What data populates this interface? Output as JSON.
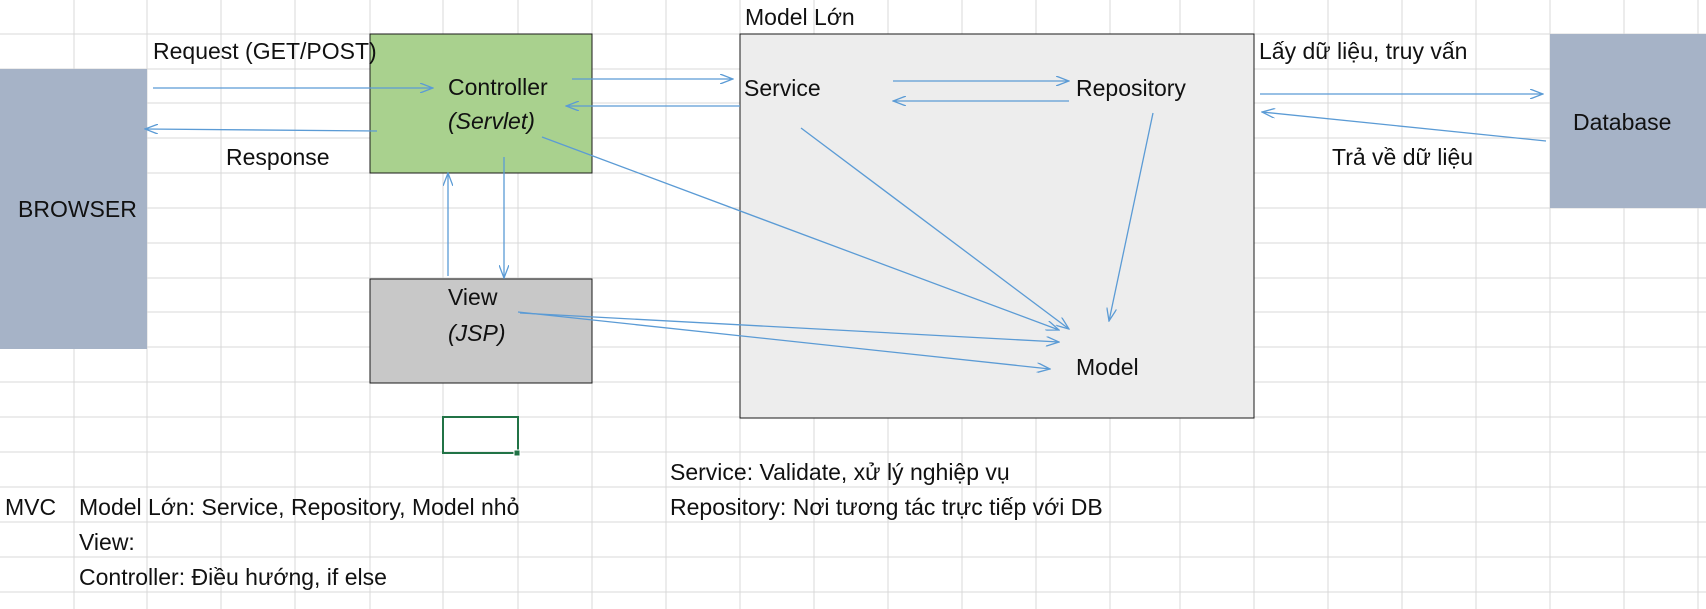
{
  "diagram": {
    "model_container": {
      "title": "Model Lớn"
    },
    "nodes": {
      "browser": {
        "label": "BROWSER"
      },
      "controller": {
        "label": "Controller",
        "sublabel": "(Servlet)"
      },
      "view": {
        "label": "View",
        "sublabel": "(JSP)"
      },
      "service": {
        "label": "Service"
      },
      "repository": {
        "label": "Repository"
      },
      "model": {
        "label": "Model"
      },
      "database": {
        "label": "Database"
      }
    },
    "edge_labels": {
      "request": "Request (GET/POST)",
      "response": "Response",
      "query": "Lấy dữ liệu, truy vấn",
      "return_data": "Trả về dữ liệu"
    },
    "colors": {
      "browser_fill": "#a6b3c7",
      "database_fill": "#a6b3c7",
      "controller_fill": "#a9d18e",
      "view_fill": "#c8c8c8",
      "model_container_fill": "#ededed",
      "arrow": "#5b9bd5",
      "selected_cell_border": "#217346",
      "grid": "#d9d9d9"
    }
  },
  "notes": {
    "mvc_label": "MVC",
    "model_line": "Model Lớn: Service, Repository, Model nhỏ",
    "view_line": "View:",
    "controller_line": "Controller: Điều hướng, if else",
    "service_line": "Service: Validate, xử lý nghiệp vụ",
    "repository_line": "Repository: Nơi tương tác trực tiếp với DB"
  }
}
